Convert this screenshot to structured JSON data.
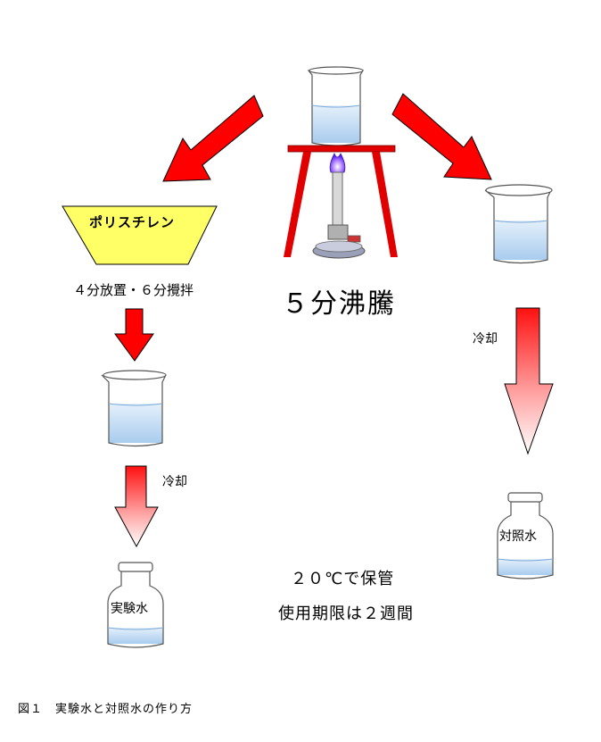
{
  "polystyrene_label": "ポリスチレン",
  "step_left": "４分放置・６分攪拌",
  "boil_label": "５分沸騰",
  "cool_label_left": "冷却",
  "cool_label_right": "冷却",
  "experimental_water": "実験水",
  "control_water": "対照水",
  "storage": "２０℃で保管",
  "expiry": "使用期限は２週間",
  "caption": "図１　実験水と対照水の作り方",
  "colors": {
    "arrow_red": "#ff0000",
    "stand_red": "#e00000",
    "water_blue": "#bcd8f2",
    "polystyrene_yellow": "#ffff66",
    "flame_purple": "#7a2cff"
  }
}
